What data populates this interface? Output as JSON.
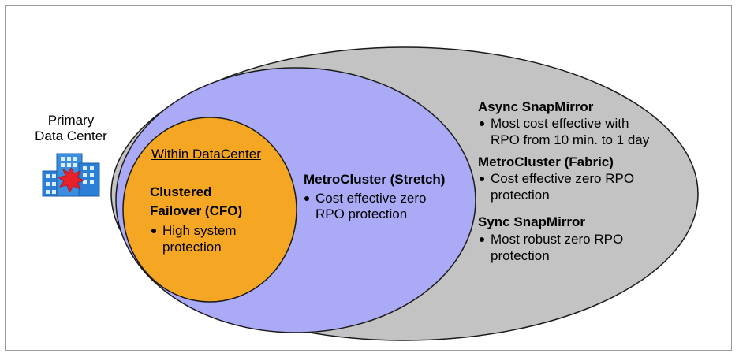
{
  "left_label": {
    "line1": "Primary",
    "line2": "Data Center",
    "icon": "building-icon"
  },
  "inner": {
    "header": "Within DataCenter",
    "title_line1": "Clustered",
    "title_line2": "Failover (CFO)",
    "bullet_line1": "High system",
    "bullet_line2": "protection"
  },
  "middle": {
    "title": "MetroCluster (Stretch)",
    "bullet_line1": "Cost effective zero",
    "bullet_line2": "RPO protection"
  },
  "outer": {
    "async_title": "Async SnapMirror",
    "async_bullet_line1": "Most cost effective with",
    "async_bullet_line2": "RPO from 10 min. to 1 day",
    "fabric_title": "MetroCluster (Fabric)",
    "fabric_bullet_line1": "Cost effective zero RPO",
    "fabric_bullet_line2": "protection",
    "sync_title": "Sync SnapMirror",
    "sync_bullet_line1": "Most robust zero RPO",
    "sync_bullet_line2": "protection"
  },
  "colors": {
    "outer_fill": "#c3c3c3",
    "middle_fill": "#aaaaf6",
    "inner_fill": "#f5a623",
    "building_blue": "#2c7fd6",
    "building_red": "#e8202a"
  }
}
